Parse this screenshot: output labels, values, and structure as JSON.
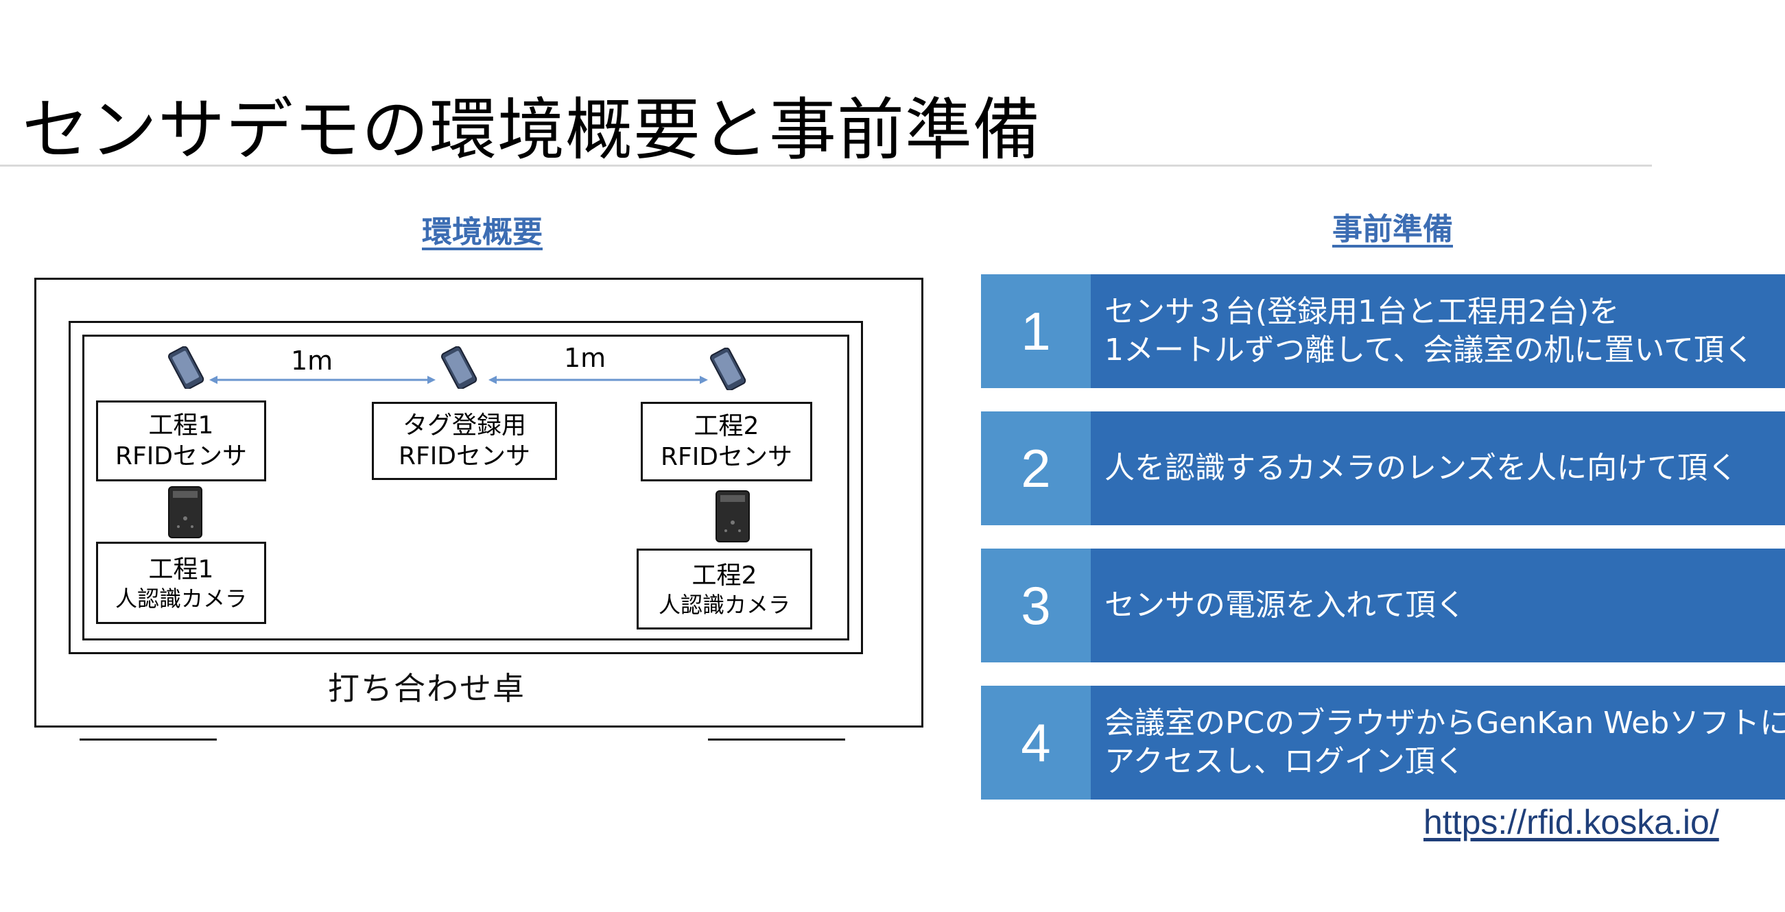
{
  "slide": {
    "title": "センサデモの環境概要と事前準備"
  },
  "overview": {
    "heading": "環境概要",
    "table_label": "打ち合わせ卓",
    "distance_left": "1m",
    "distance_right": "1m",
    "sensor_left": {
      "line1": "工程1",
      "line2": "RFIDセンサ"
    },
    "sensor_center": {
      "line1": "タグ登録用",
      "line2": "RFIDセンサ"
    },
    "sensor_right": {
      "line1": "工程2",
      "line2": "RFIDセンサ"
    },
    "camera_left": {
      "line1": "工程1",
      "line2": "人認識カメラ"
    },
    "camera_right": {
      "line1": "工程2",
      "line2": "人認識カメラ"
    }
  },
  "prep": {
    "heading": "事前準備",
    "steps": [
      {
        "num": "1",
        "line1": "センサ３台(登録用1台と工程用2台)を",
        "line2": "1メートルずつ離して、会議室の机に置いて頂く"
      },
      {
        "num": "2",
        "line1": "人を認識するカメラのレンズを人に向けて頂く",
        "line2": ""
      },
      {
        "num": "3",
        "line1": "センサの電源を入れて頂く",
        "line2": ""
      },
      {
        "num": "4",
        "line1": "会議室のPCのブラウザからGenKan Webソフトに",
        "line2": "アクセスし、ログイン頂く"
      }
    ],
    "url": "https://rfid.koska.io/"
  },
  "colors": {
    "accent": "#2f6db5",
    "number_bg": "#4f94cd",
    "heading": "#3c6db3"
  }
}
